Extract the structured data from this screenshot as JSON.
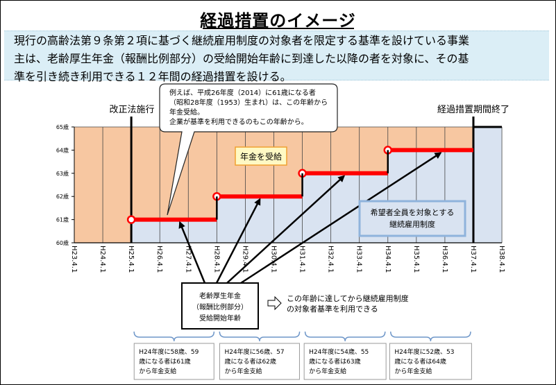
{
  "title": "経過措置のイメージ",
  "intro_lines": [
    "現行の高齢法第９条第２項に基づく継続雇用制度の対象者を限定する基準を設けている事業",
    "主は、老齢厚生年金（報酬比例部分）の受給開始年齢に到達した以降の者を対象に、その基",
    "準を引き続き利用できる１２年間の経過措置を設ける。"
  ],
  "callout_lines": [
    "例えば、平成26年度（2014）に61歳になる者",
    "（昭和28年度（1953）生まれ）は、この年齢から",
    "年金受給。",
    "企業が基準を利用できるのもこの年齢から。"
  ],
  "label_left": "改正法施行",
  "label_right": "経過措置期間終了",
  "pension_label": "年金を受給",
  "employment_label_lines": [
    "希望者全員を対象とする",
    "継続雇用制度"
  ],
  "start_age_box_lines": [
    "老齢厚生年金",
    "（報酬比例部分）",
    "受給開始年齢"
  ],
  "arrow_note_lines": [
    "この年齢に達してから継続雇用制度",
    "の対象者基準を利用できる"
  ],
  "bottom_boxes": [
    {
      "lines": [
        "H24年度に58歳、59",
        "歳になる者は61歳",
        "から年金支給"
      ]
    },
    {
      "lines": [
        "H24年度に56歳、57",
        "歳になる者は62歳",
        "から年金支給"
      ]
    },
    {
      "lines": [
        "H24年度に54歳、55",
        "歳になる者は63歳",
        "から年金支給"
      ]
    },
    {
      "lines": [
        "H24年度に52歳、53",
        "歳になる者は64歳",
        "から年金支給"
      ]
    }
  ],
  "colors": {
    "pension_fill": "#f7c7a1",
    "employment_fill": "#d9e3f1",
    "step_line": "#ff0000",
    "callout_border": "#222222",
    "pension_label_border": "#f0a030",
    "employment_box_border": "#8fb3dc",
    "brace": "#6f97c9"
  },
  "chart_data": {
    "type": "step",
    "x_labels": [
      "H23.4.1",
      "H24.4.1",
      "H25.4.1",
      "H26.4.1",
      "H27.4.1",
      "H28.4.1",
      "H29.4.1",
      "H30.4.1",
      "H31.4.1",
      "H32.4.1",
      "H33.4.1",
      "H34.4.1",
      "H35.4.1",
      "H36.4.1",
      "H37.4.1",
      "H38.4.1"
    ],
    "y_labels": [
      "65歳",
      "64歳",
      "63歳",
      "62歳",
      "61歳",
      "60歳"
    ],
    "ylim": [
      60,
      65
    ],
    "pension_start_age": [
      {
        "from": "H25.4.1",
        "to": "H28.4.1",
        "age": 61
      },
      {
        "from": "H28.4.1",
        "to": "H31.4.1",
        "age": 62
      },
      {
        "from": "H31.4.1",
        "to": "H34.4.1",
        "age": 63
      },
      {
        "from": "H34.4.1",
        "to": "H37.4.1",
        "age": 64
      }
    ],
    "reform_date": "H25.4.1",
    "transition_end": "H37.4.1"
  }
}
